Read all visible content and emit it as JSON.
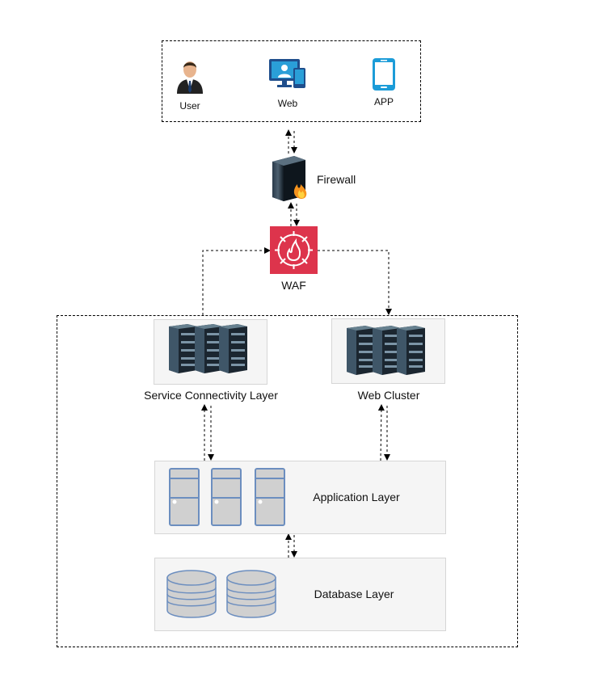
{
  "clients": {
    "user_label": "User",
    "web_label": "Web",
    "app_label": "APP"
  },
  "firewall": {
    "label": "Firewall"
  },
  "waf": {
    "label": "WAF"
  },
  "layers": {
    "service_connectivity": "Service Connectivity Layer",
    "web_cluster": "Web Cluster",
    "application": "Application Layer",
    "database": "Database Layer"
  },
  "colors": {
    "waf_red": "#dd344c",
    "device_blue": "#1c9cd8",
    "server_outline": "#6c8ebf",
    "server_fill": "#d0d0d0",
    "panel_grey": "#f5f5f5"
  },
  "icons": {
    "user": "user-icon",
    "web": "web-monitor-icon",
    "app": "mobile-phone-icon",
    "firewall": "firewall-icon",
    "waf": "waf-icon",
    "server_rack": "server-rack-icon",
    "server_tower": "server-tower-icon",
    "database": "database-icon"
  }
}
